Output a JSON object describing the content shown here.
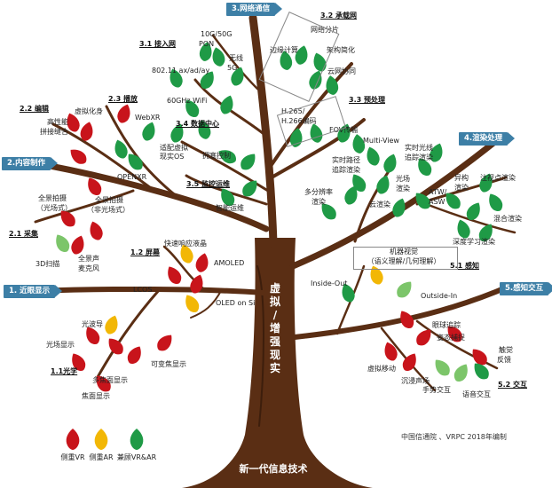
{
  "colors": {
    "trunk": "#5a2e14",
    "trunk_dark": "#3d1e0c",
    "leaf_vr": "#c8141b",
    "leaf_ar": "#f2b705",
    "leaf_both": "#1f9a46",
    "leaf_light": "#7cc56a",
    "badge": "#3d7fa6"
  },
  "trunk": {
    "text_lines": [
      "虚",
      "拟",
      "/",
      "增",
      "强",
      "现",
      "实"
    ],
    "base_label": "新一代信息技术"
  },
  "categories": {
    "network": "3.网络通信",
    "content": "2.内容制作",
    "display": "1. 近眼显示",
    "render": "4.渲染处理",
    "perception": "5.感知交互"
  },
  "sections": {
    "access": "3.1 接入网",
    "bearer": "3.2 承载网",
    "preprocess": "3.3 预处理",
    "datacenter": "3.4 数据中心",
    "monitor": "3.5 监控运维",
    "editing": "2.2 编辑",
    "playback": "2.3 播放",
    "capture": "2.1 采集",
    "screen": "1.2 屏幕",
    "optics": "1.1光学",
    "sensing": "5.1 感知",
    "interaction": "5.2 交互"
  },
  "labels": {
    "tenG": "10G/50G",
    "pon": "PON",
    "wireless": "无线",
    "fiveG": "5G",
    "wifi_ax": "802.11 ax/ad/ay",
    "wifi60": "60GHz WiFi",
    "net_slice": "网络分片",
    "edge": "边缘计算",
    "hetero_arch": "架构简化",
    "cloud_coop": "云网协同",
    "h265_a": "H.265/",
    "h265_b": "H.266编码",
    "fov": "FOV传输",
    "multiview": "Multi-View",
    "vr_mixed": "虚拟化身",
    "hq_a": "高性能",
    "hq_b": "拼接缝合",
    "webxr": "WebXR",
    "vros_a": "适配虚拟",
    "vros_b": "现实OS",
    "openxr": "OPENXR",
    "congestion": "拥塞控制",
    "smart_ops": "智能运维",
    "rt_light_a": "实时光线",
    "rt_light_b": "追踪渲染",
    "rt_path_a": "实时路径",
    "rt_path_b": "追踪渲染",
    "light_field_a": "光场",
    "light_field_b": "渲染",
    "multires_a": "多分辨率",
    "multires_b": "渲染",
    "cloud_render": "云渲染",
    "hetero_render_a": "异构",
    "hetero_render_b": "渲染",
    "foveated": "注视点渲染",
    "atw_a": "ATW/",
    "atw_b": "ASW",
    "mixed_render": "混合渲染",
    "dl_render": "深度学习渲染",
    "pano_lf_a": "全景拍摄",
    "pano_lf_b": "（光场式）",
    "pano_nlf_a": "全景拍摄",
    "pano_nlf_b": "（非光场式）",
    "scan3d": "3D扫描",
    "pano_mic_a": "全景声",
    "pano_mic_b": "麦克风",
    "fast_lcd": "快速响应液晶",
    "amoled": "AMOLED",
    "lcos": "LCOS",
    "oled_si": "OLED on Si",
    "waveguide": "光波导",
    "lightfield_disp": "光场显示",
    "varifocal": "可变焦显示",
    "multifocal": "多焦面显示",
    "focal_plane": "焦面显示",
    "machine_vision_a": "机器视觉",
    "machine_vision_b": "（语义理解/几何理解）",
    "inside_out": "Inside-Out",
    "outside_in": "Outside-In",
    "eye_track": "眼球追踪",
    "gesture": "姿态捕捉",
    "haptic_a": "触觉",
    "haptic_b": "反馈",
    "vr_move": "虚拟移动",
    "immersive_audio": "沉浸声场",
    "hand_interact": "手势交互",
    "voice_interact": "语音交互"
  },
  "legend": {
    "vr": "侧重VR",
    "ar": "侧重AR",
    "both": "兼顾VR&AR"
  },
  "credit": "中国信通院 、VRPC 2018年编制"
}
